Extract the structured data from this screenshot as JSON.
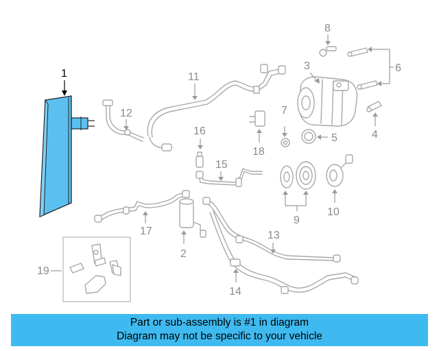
{
  "diagram": {
    "callouts": {
      "c1": "1",
      "c2": "2",
      "c3": "3",
      "c4": "4",
      "c5": "5",
      "c6": "6",
      "c7": "7",
      "c8": "8",
      "c9": "9",
      "c10": "10",
      "c11": "11",
      "c12": "12",
      "c13": "13",
      "c14": "14",
      "c15": "15",
      "c16": "16",
      "c17": "17",
      "c18": "18",
      "c19": "19"
    },
    "colors": {
      "highlight_part": "#5bc0f0",
      "banner": "#3fbaf0",
      "line_art": "#a8a8a8"
    }
  },
  "banner": {
    "line1": "Part or sub-assembly is #1 in diagram",
    "line2": "Diagram may not be specific to your vehicle"
  }
}
